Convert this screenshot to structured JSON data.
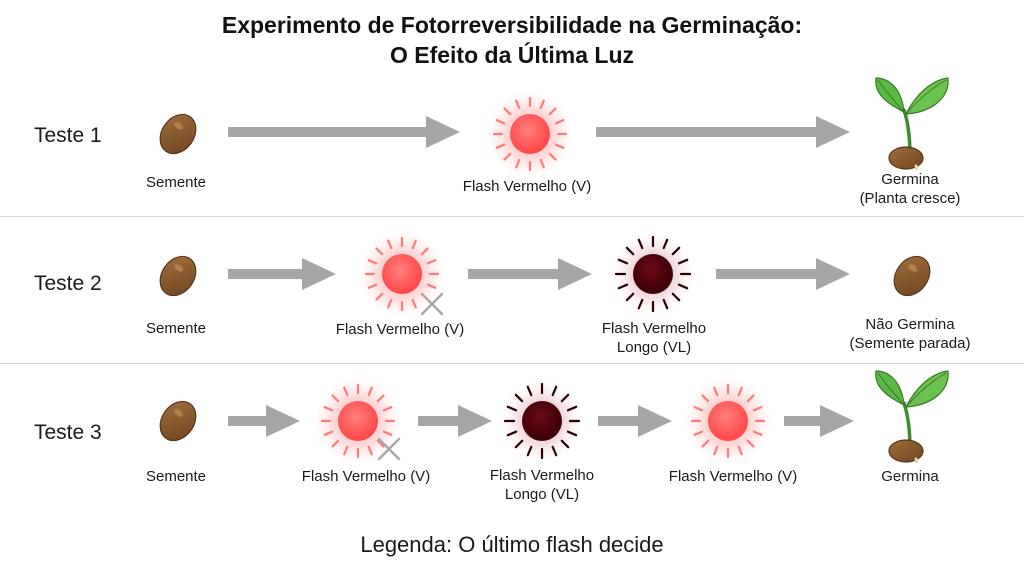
{
  "title": {
    "line1": "Experimento de Fotorreversibilidade na Germinação:",
    "line2": "O Efeito da Última Luz"
  },
  "rows": [
    {
      "label": "Teste 1",
      "seed_label": "Semente",
      "flash1_label": "Flash Vermelho (V)",
      "result_line1": "Germina",
      "result_line2": "(Planta cresce)"
    },
    {
      "label": "Teste 2",
      "seed_label": "Semente",
      "flash1_label": "Flash Vermelho (V)",
      "flash2_line1": "Flash Vermelho",
      "flash2_line2": "Longo (VL)",
      "result_line1": "Não Germina",
      "result_line2": "(Semente parada)"
    },
    {
      "label": "Teste 3",
      "seed_label": "Semente",
      "flash1_label": "Flash Vermelho (V)",
      "flash2_line1": "Flash Vermelho",
      "flash2_line2": "Longo (VL)",
      "flash3_label": "Flash Vermelho (V)",
      "result_label": "Germina"
    }
  ],
  "legend": "Legenda: O último flash decide",
  "colors": {
    "red_flash": "#ff5c5c",
    "far_red_flash": "#4a0008",
    "seed": "#8b5a2b",
    "arrow": "#a6a6a6",
    "leaf": "#4caf50"
  },
  "icons": {
    "seed": "seed-icon",
    "red_flash": "red-light-icon",
    "far_red_flash": "far-red-light-icon",
    "cancel": "cross-icon",
    "seedling": "seedling-icon"
  }
}
